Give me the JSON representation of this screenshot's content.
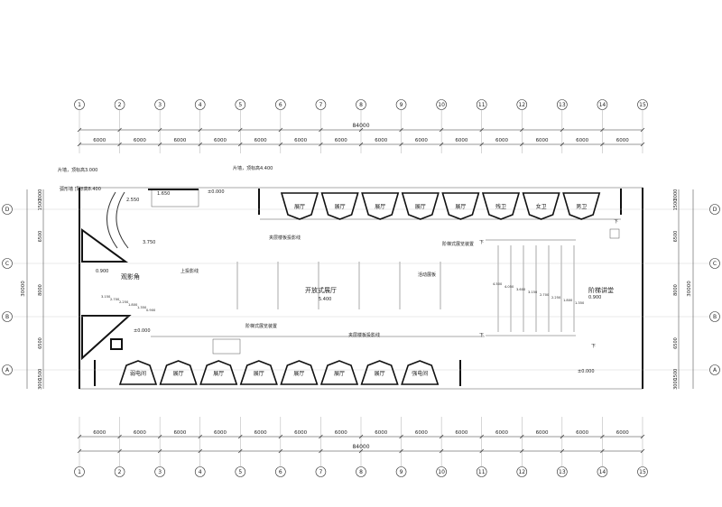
{
  "grid": {
    "columns": [
      "1",
      "2",
      "3",
      "4",
      "5",
      "6",
      "7",
      "8",
      "9",
      "10",
      "11",
      "12",
      "13",
      "14",
      "15"
    ],
    "rows": [
      "D",
      "C",
      "B",
      "A"
    ]
  },
  "dims": {
    "top_total": "84000",
    "bottom_total": "84000",
    "bay": "6000",
    "left_total": "30000",
    "right_total": "30000",
    "side_segments": [
      "3000",
      "1500",
      "6500",
      "8000",
      "6500",
      "1500",
      "3000"
    ]
  },
  "labels": {
    "wall_height_3000": "片墙，顶标高3.000",
    "wall_height_4400": "片墙，顶标高4.400",
    "arc_wall": "弧形墙 顶标高8.400",
    "lvl_2550": "2.550",
    "lvl_1650": "1.650",
    "lvl_0_top": "±0.000",
    "lvl_3750": "3.750",
    "lvl_0900_left": "0.900",
    "viewing_corner": "观影角",
    "projection_line": "上投影线",
    "open_hall": "开放式展厅",
    "open_hall_level": "5.400",
    "movable_board": "活动展板",
    "mezz_proj_top": "夹层楼板投影线",
    "stepped_device_right": "阶梯式展览装置",
    "stepped_device_left": "阶梯式展览装置",
    "mezz_proj_bottom": "夹层楼板投影线",
    "lecture_hall": "阶梯讲堂",
    "lecture_level": "0.900",
    "lvl_0_left": "±0.000",
    "lvl_0_right": "±0.000",
    "down": "下"
  },
  "rooms_top": [
    "展厅",
    "展厅",
    "展厅",
    "展厅",
    "展厅",
    "残卫",
    "女卫",
    "男卫"
  ],
  "rooms_bottom": [
    "弱电间",
    "展厅",
    "展厅",
    "展厅",
    "展厅",
    "展厅",
    "展厅",
    "强电间"
  ],
  "stair_levels_right": [
    "4.500",
    "4.050",
    "3.600",
    "3.150",
    "2.700",
    "2.250",
    "1.800",
    "1.350"
  ],
  "stair_levels_left": [
    "3.150",
    "2.700",
    "2.250",
    "1.800",
    "1.350",
    "0.900"
  ]
}
